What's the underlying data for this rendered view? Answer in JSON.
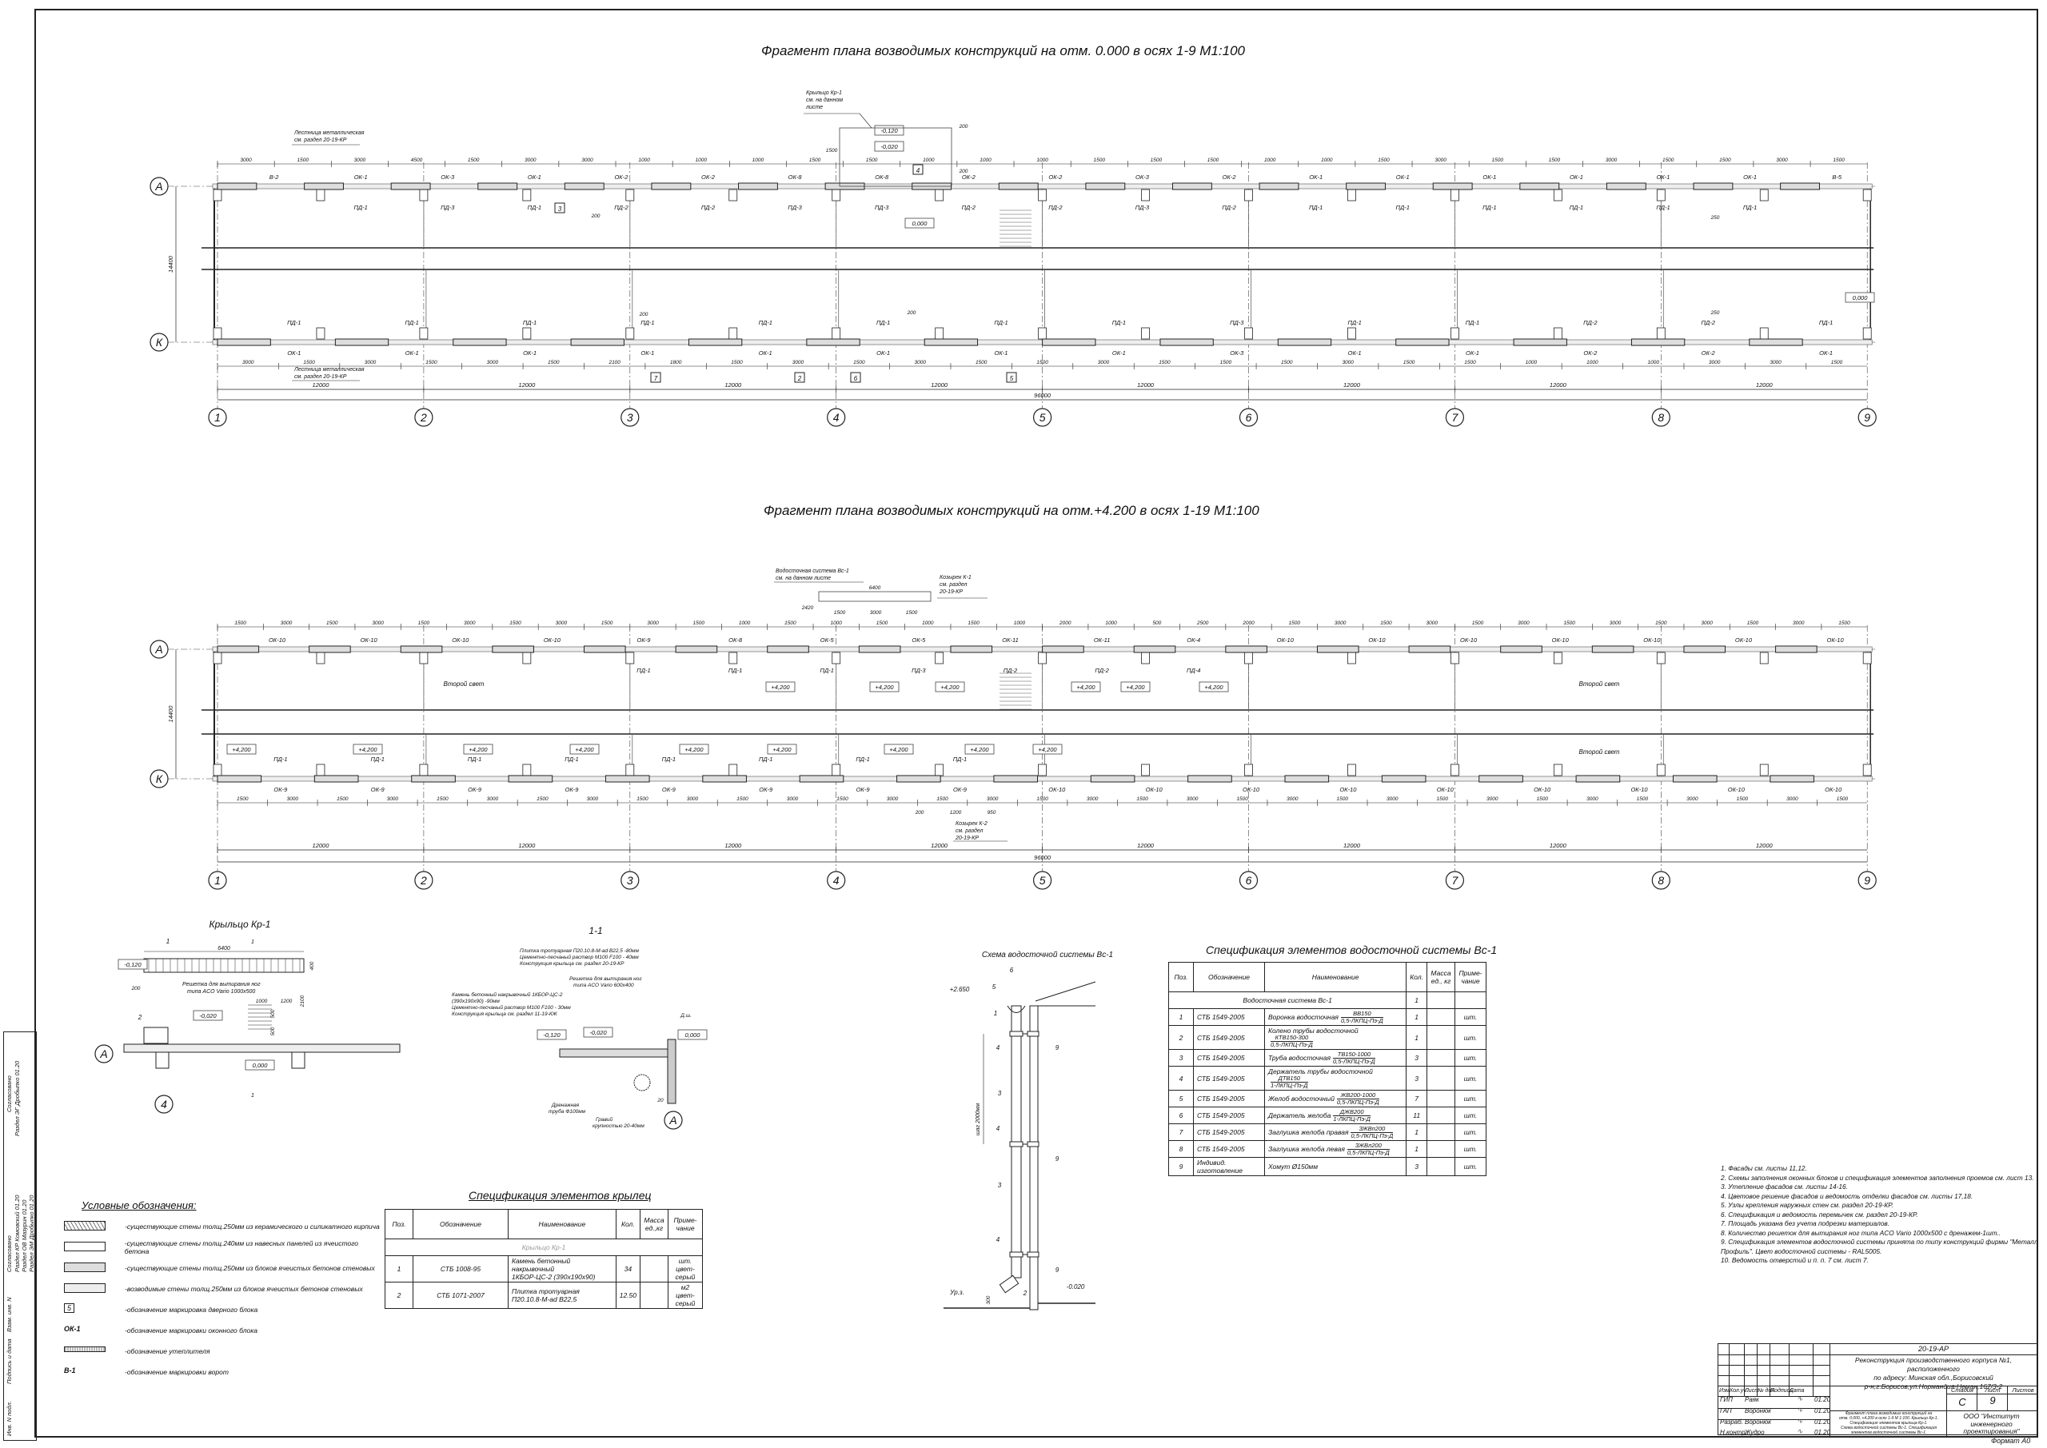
{
  "sheet": {
    "format_label": "Формат А0"
  },
  "plan1": {
    "title": "Фрагмент плана возводимых конструкций на отм. 0.000 в осях 1-9 М1:100",
    "axes_letters": [
      "А",
      "К"
    ],
    "axes_numbers": [
      "1",
      "2",
      "3",
      "4",
      "5",
      "6",
      "7",
      "8",
      "9"
    ],
    "bay_dims": [
      "12000",
      "12000",
      "12000",
      "12000",
      "12000",
      "12000",
      "12000",
      "12000"
    ],
    "overall_dim": "96000",
    "height_dim": "14400",
    "row_a_dims": [
      "3000",
      "1500",
      "3000",
      "4500",
      "1500",
      "3000",
      "3000",
      "1000",
      "1000",
      "1000",
      "1500",
      "1500",
      "1000",
      "1000",
      "1000",
      "1500",
      "1500",
      "1500",
      "1000",
      "1000",
      "1500",
      "3000",
      "1500",
      "1500",
      "3000",
      "1500",
      "1500",
      "3000",
      "1500"
    ],
    "row_a_top": [
      "В-2",
      "ОК-1",
      "ОК-3",
      "ОК-1",
      "ОК-2",
      "ОК-2",
      "ОК-8",
      "ОК-8",
      "ОК-2",
      "ОК-2",
      "ОК-3",
      "ОК-2",
      "ОК-1",
      "ОК-1",
      "ОК-1",
      "ОК-1",
      "ОК-1",
      "ОК-1",
      "В-5"
    ],
    "row_a_bottom": [
      "",
      "ПД-1",
      "ПД-3",
      "ПД-1",
      "ПД-2",
      "ПД-2",
      "ПД-3",
      "ПД-3",
      "ПД-2",
      "ПД-2",
      "ПД-3",
      "ПД-2",
      "ПД-1",
      "ПД-1",
      "ПД-1",
      "ПД-1",
      "ПД-1",
      "ПД-1",
      ""
    ],
    "row_k_top": [
      "ПД-1",
      "ПД-1",
      "ПД-1",
      "ПД-1",
      "ПД-1",
      "ПД-1",
      "ПД-1",
      "ПД-1",
      "ПД-3",
      "ПД-1",
      "ПД-1",
      "ПД-2",
      "ПД-2",
      "ПД-1"
    ],
    "row_k_bottom": [
      "ОК-1",
      "ОК-1",
      "ОК-1",
      "ОК-1",
      "ОК-1",
      "ОК-1",
      "ОК-1",
      "ОК-1",
      "ОК-3",
      "ОК-1",
      "ОК-1",
      "ОК-2",
      "ОК-2",
      "ОК-1"
    ],
    "row_k_dims": [
      "3000",
      "1500",
      "3000",
      "1500",
      "3000",
      "1500",
      "2100",
      "1800",
      "1500",
      "3000",
      "1500",
      "3000",
      "1500",
      "1500",
      "3000",
      "1500",
      "1500",
      "1500",
      "3000",
      "1500",
      "1500",
      "1000",
      "1000",
      "1000",
      "3000",
      "3000",
      "1500"
    ],
    "door_marks": [
      "4",
      "2",
      "5",
      "3",
      "6",
      "7"
    ],
    "levels": [
      "0,000",
      "0,000",
      "-0,120",
      "-0,020"
    ],
    "callouts": {
      "porch": [
        "Крыльцо Кр-1",
        "см. на данном",
        "листе"
      ],
      "stair_top": [
        "Лестница металлическая",
        "см. раздел 20-19-КР"
      ],
      "stair_bottom": [
        "Лестница металлическая",
        "см. раздел 20-19-КР"
      ]
    },
    "small_dims": [
      "200",
      "200",
      "200",
      "200",
      "250",
      "250",
      "200",
      "1500"
    ]
  },
  "plan2": {
    "title": "Фрагмент плана возводимых конструкций на отм.+4.200 в осях 1-19 М1:100",
    "axes_letters": [
      "А",
      "К"
    ],
    "axes_numbers": [
      "1",
      "2",
      "3",
      "4",
      "5",
      "6",
      "7",
      "8",
      "9"
    ],
    "bay_dims": [
      "12000",
      "12000",
      "12000",
      "12000",
      "12000",
      "12000",
      "12000",
      "12000"
    ],
    "overall_dim": "96000",
    "height_dim": "14400",
    "row_a_dims": [
      "1500",
      "3000",
      "1500",
      "3000",
      "1500",
      "3000",
      "1500",
      "3000",
      "1500",
      "3000",
      "1500",
      "1000",
      "1500",
      "1000",
      "1500",
      "1000",
      "1500",
      "1000",
      "2000",
      "1000",
      "500",
      "2500",
      "2000",
      "1500",
      "3000",
      "1500",
      "3000",
      "1500",
      "3000",
      "1500",
      "3000",
      "1500",
      "3000",
      "1500",
      "3000",
      "1500"
    ],
    "row_a_top": [
      "ОК-10",
      "ОК-10",
      "ОК-10",
      "ОК-10",
      "ОК-9",
      "ОК-8",
      "ОК-5",
      "ОК-5",
      "ОК-11",
      "ОК-11",
      "ОК-4",
      "ОК-10",
      "ОК-10",
      "ОК-10",
      "ОК-10",
      "ОК-10",
      "ОК-10",
      "ОК-10"
    ],
    "row_a_bottom": [
      "",
      "",
      "",
      "",
      "ПД-1",
      "ПД-1",
      "ПД-1",
      "ПД-3",
      "ПД-2",
      "ПД-2",
      "ПД-4",
      "",
      "",
      "",
      "",
      "",
      "",
      ""
    ],
    "row_k_top": [
      "ПД-1",
      "ПД-1",
      "ПД-1",
      "ПД-1",
      "ПД-1",
      "ПД-1",
      "ПД-1",
      "ПД-1",
      "",
      "",
      "",
      "",
      "",
      "",
      "",
      "",
      ""
    ],
    "row_k_bottom": [
      "ОК-9",
      "ОК-9",
      "ОК-9",
      "ОК-9",
      "ОК-9",
      "ОК-9",
      "ОК-9",
      "ОК-9",
      "ОК-10",
      "ОК-10",
      "ОК-10",
      "ОК-10",
      "ОК-10",
      "ОК-10",
      "ОК-10",
      "ОК-10",
      "ОК-10"
    ],
    "row_k_dims": [
      "1500",
      "3000",
      "1500",
      "3000",
      "1500",
      "3000",
      "1500",
      "3000",
      "1500",
      "3000",
      "1500",
      "3000",
      "1500",
      "3000",
      "1500",
      "3000",
      "1500",
      "3000",
      "1500",
      "3000",
      "1500",
      "3000",
      "1500",
      "3000",
      "1500",
      "3000",
      "1500",
      "3000",
      "1500",
      "3000",
      "1500",
      "3000",
      "1500"
    ],
    "rooms": [
      "Второй свет",
      "Второй свет",
      "Второй свет"
    ],
    "levels": [
      "+4,200",
      "+4,200",
      "+4,200",
      "+4,200",
      "+4,200",
      "+4,200",
      "+4,200",
      "+4,200",
      "+4,200",
      "+4,200",
      "+4,200",
      "+4,200",
      "+4,200",
      "+4,200",
      "+4,200"
    ],
    "callouts": {
      "drain": [
        "Водосточная система Вс-1",
        "см. на данном листе"
      ],
      "canopy1": [
        "Козырек К-1",
        "см. раздел",
        "20-19-КР"
      ],
      "canopy2": [
        "Козырек К-2",
        "см. раздел",
        "20-19-КР"
      ]
    },
    "canopy_dims": [
      "6400",
      "2420",
      "1500",
      "3000",
      "1500",
      "200",
      "1200",
      "950"
    ]
  },
  "porch_detail": {
    "title": "Крыльцо Кр-1",
    "dims": [
      "6400",
      "400",
      "200",
      "1000",
      "1200",
      "500",
      "500",
      "2100"
    ],
    "levels": [
      "-0,120",
      "-0,020",
      "0,000"
    ],
    "grate_note": [
      "Решетка для вытирания ног",
      "типа ACO Vario 1000x500"
    ],
    "pos_marks": [
      "1",
      "2"
    ],
    "section_mark": "1",
    "axis_letter": "А",
    "axis_number": "4"
  },
  "section_1_1": {
    "title": "1-1",
    "layers_top": [
      "Плитка тротуарная П20.10.8-М-ad В22,5 -80мм",
      "Цементно-песчаный раствор М100 F100 - 40мм",
      "Конструкция крыльца см. раздел 20-19-КР"
    ],
    "grate_note": [
      "Решетка для вытирания ног",
      "типа ACO Vario 600x400"
    ],
    "layers_left": [
      "Камень бетонный накрывочный 1КБОР-ЦС-2",
      "(390x190x90)                     -90мм",
      "Цементно-песчаный раствор М100 F100 - 30мм",
      "Конструкция крыльца см. раздел 11-19-КЖ"
    ],
    "levels": [
      "-0,120",
      "-0,020",
      "0,000"
    ],
    "drain_pipe": [
      "Дренажная",
      "труба Ф100мм"
    ],
    "gravel": [
      "Гравий",
      "крупностью 20-40мм"
    ],
    "dim": "20",
    "wall_mark": "Д.ш.",
    "axis_letter": "А"
  },
  "drain_scheme": {
    "title": "Схема водосточной системы Вс-1",
    "levels": [
      "+2.650",
      "-0.020",
      "Ур.з."
    ],
    "step_dim": "шаг 2000мм",
    "dim_300": "300",
    "marks": [
      "6",
      "5",
      "1",
      "4",
      "9",
      "3",
      "4",
      "9",
      "3",
      "4",
      "9",
      "2"
    ]
  },
  "spec_drain": {
    "title": "Спецификация элементов водосточной системы Вс-1",
    "headers": [
      "Поз.",
      "Обозначение",
      "Наименование",
      "Кол.",
      "Масса ед., кг",
      "Приме- чание"
    ],
    "group": {
      "label": "Водосточная система Вс-1",
      "qty": "1"
    },
    "rows": [
      {
        "pos": "1",
        "code": "СТБ 1549-2005",
        "name": "Воронка водосточная",
        "num": "ВВ150",
        "den": "0,5-ЛКПЦ-Пэ-Д",
        "qty": "1",
        "mass": "",
        "note": "шт."
      },
      {
        "pos": "2",
        "code": "СТБ 1549-2005",
        "name": "Колено трубы водосточной",
        "num": "КТВ150-300",
        "den": "0,5-ЛКПЦ-Пэ-Д",
        "qty": "1",
        "mass": "",
        "note": "шт."
      },
      {
        "pos": "3",
        "code": "СТБ 1549-2005",
        "name": "Труба водосточная",
        "num": "ТВ150-1000",
        "den": "0,5-ЛКПЦ-Пэ-Д",
        "qty": "3",
        "mass": "",
        "note": "шт."
      },
      {
        "pos": "4",
        "code": "СТБ 1549-2005",
        "name": "Держатель трубы водосточной",
        "num": "ДТВ150",
        "den": "1-ЛКПЦ-Пэ-Д",
        "qty": "3",
        "mass": "",
        "note": "шт."
      },
      {
        "pos": "5",
        "code": "СТБ 1549-2005",
        "name": "Желоб водосточный",
        "num": "ЖВ200-1000",
        "den": "0,5-ЛКПЦ-Пэ-Д",
        "qty": "7",
        "mass": "",
        "note": "шт."
      },
      {
        "pos": "6",
        "code": "СТБ 1549-2005",
        "name": "Держатель желоба",
        "num": "ДЖВ200",
        "den": "1-ЛКПЦ-Пэ-Д",
        "qty": "11",
        "mass": "",
        "note": "шт."
      },
      {
        "pos": "7",
        "code": "СТБ 1549-2005",
        "name": "Заглушка желоба правая",
        "num": "ЗЖВп200",
        "den": "0,5-ЛКПЦ-Пэ-Д",
        "qty": "1",
        "mass": "",
        "note": "шт."
      },
      {
        "pos": "8",
        "code": "СТБ 1549-2005",
        "name": "Заглушка желоба левая",
        "num": "ЗЖВл200",
        "den": "0,5-ЛКПЦ-Пэ-Д",
        "qty": "1",
        "mass": "",
        "note": "шт."
      },
      {
        "pos": "9",
        "code": "Индивид. изготовление",
        "name": "Хомут Ø150мм",
        "num": "",
        "den": "",
        "qty": "3",
        "mass": "",
        "note": "шт."
      }
    ]
  },
  "spec_porch": {
    "title": "Спецификация элементов крылец",
    "headers": [
      "Поз.",
      "Обозначение",
      "Наименование",
      "Кол.",
      "Масса ед.,кг",
      "Приме- чание"
    ],
    "group": "Крыльцо Кр-1",
    "rows": [
      {
        "pos": "1",
        "code": "СТБ 1008-95",
        "name1": "Камень бетонный накрывочный",
        "name2": "1КБОР-ЦС-2 (390x190x90)",
        "qty": "34",
        "mass": "",
        "note1": "шт.",
        "note2": "цвет-серый"
      },
      {
        "pos": "2",
        "code": "СТБ 1071-2007",
        "name1": "Плитка тротуарная",
        "name2": "П20.10.8-М-ad В22,5",
        "qty": "12.50",
        "mass": "",
        "note1": "м2",
        "note2": "цвет-серый"
      }
    ]
  },
  "legend": {
    "title": "Условные обозначения:",
    "items": [
      "-существующие стены толщ.250мм из керамического и силикатного кирпича",
      "-существующие стены толщ.240мм из навесных панелей из ячеистого бетона",
      "-существующие стены толщ.250мм из блоков ячеистых бетонов стеновых",
      "-возводимые стены толщ.250мм из блоков ячеистых бетонов стеновых",
      "-обозначение маркировка дверного блока",
      "-обозначение маркировки оконного блока",
      "-обозначение утеплителя",
      "-обозначение маркировки ворот"
    ],
    "door_symbol": "5",
    "window_symbol": "ОК-1",
    "gate_symbol": "В-1"
  },
  "notes": [
    "1. Фасады см. листы 11,12.",
    "2. Схемы заполнения оконных блоков и спецификация элементов заполнения проемов см. лист 13.",
    "3. Утепление фасадов см. листы 14-16.",
    "4. Цветовое решение фасадов и ведомость отделки фасадов см. листы 17,18.",
    "5. Узлы крепления наружных стен см. раздел 20-19-КР.",
    "6. Спецификация и ведомость перемычек см. раздел 20-19-КР.",
    "7. Площадь указана без учета подрезки материалов.",
    "8. Количество решеток для вытирания ног типа ACO Vario 1000x500 с дренажем-1шт..",
    "9. Спецификация элементов водосточной системы принята по типу конструкций фирмы \"Металл",
    "Профиль\". Цвет водосточной системы - RAL5005.",
    "10. Ведомость отверстий  и п. п. 7 см. лист 7."
  ],
  "title_block": {
    "code": "20-19-АР",
    "project": [
      "Реконструкция производственного корпуса №1, расположенного",
      "по адресу: Минская обл.,Борисовский",
      "р-н,г.Борисов,ул.Нормандия-Неман,167/3-2"
    ],
    "col_headers": [
      "Изм.",
      "Кол.уч.",
      "Лист",
      "№ док.",
      "Подпись",
      "Дата"
    ],
    "staff": [
      {
        "role": "ГИП",
        "name": "Раяк",
        "date": "01.20"
      },
      {
        "role": "ГАП",
        "name": "Воронюк",
        "date": "01.20"
      },
      {
        "role": "Разраб.",
        "name": "Воронюк",
        "date": "01.20"
      },
      {
        "role": "Н.контр.",
        "name": "Жудро",
        "date": "01.20"
      }
    ],
    "stage_headers": [
      "Стадия",
      "Лист",
      "Листов"
    ],
    "stage": "С",
    "sheet": "9",
    "sheets": "",
    "sheet_title": [
      "Фрагмент плана возводимых конструкций на",
      "отм. 0.000, +4.200 в осях 1-9  М 1:100. Крыльцо Кр-1.",
      "Спецификация элементов крыльца Кр-1.",
      "Схема водосточной системы Вс-1. Спецификация",
      "элементов водосточной системы Вс-1."
    ],
    "org": [
      "ООО \"Институт",
      "инженерного",
      "проектирования\""
    ]
  },
  "side_stamp": {
    "agreed_label": "Согласовано",
    "rows1": [
      {
        "section": "Раздел КР",
        "name": "Комовский",
        "date": "01.20"
      },
      {
        "section": "Раздел ОВ",
        "name": "Мазурин",
        "date": "01.20"
      },
      {
        "section": "Раздел ЭМ",
        "name": "Дробыпко",
        "date": "01.20"
      }
    ],
    "rows2": [
      {
        "section": "Раздел ЭГ",
        "name": "Дробыпко",
        "date": "01.20"
      }
    ],
    "fields": [
      "Взам. инв. N",
      "Подпись и дата",
      "Инв. N подл."
    ]
  }
}
